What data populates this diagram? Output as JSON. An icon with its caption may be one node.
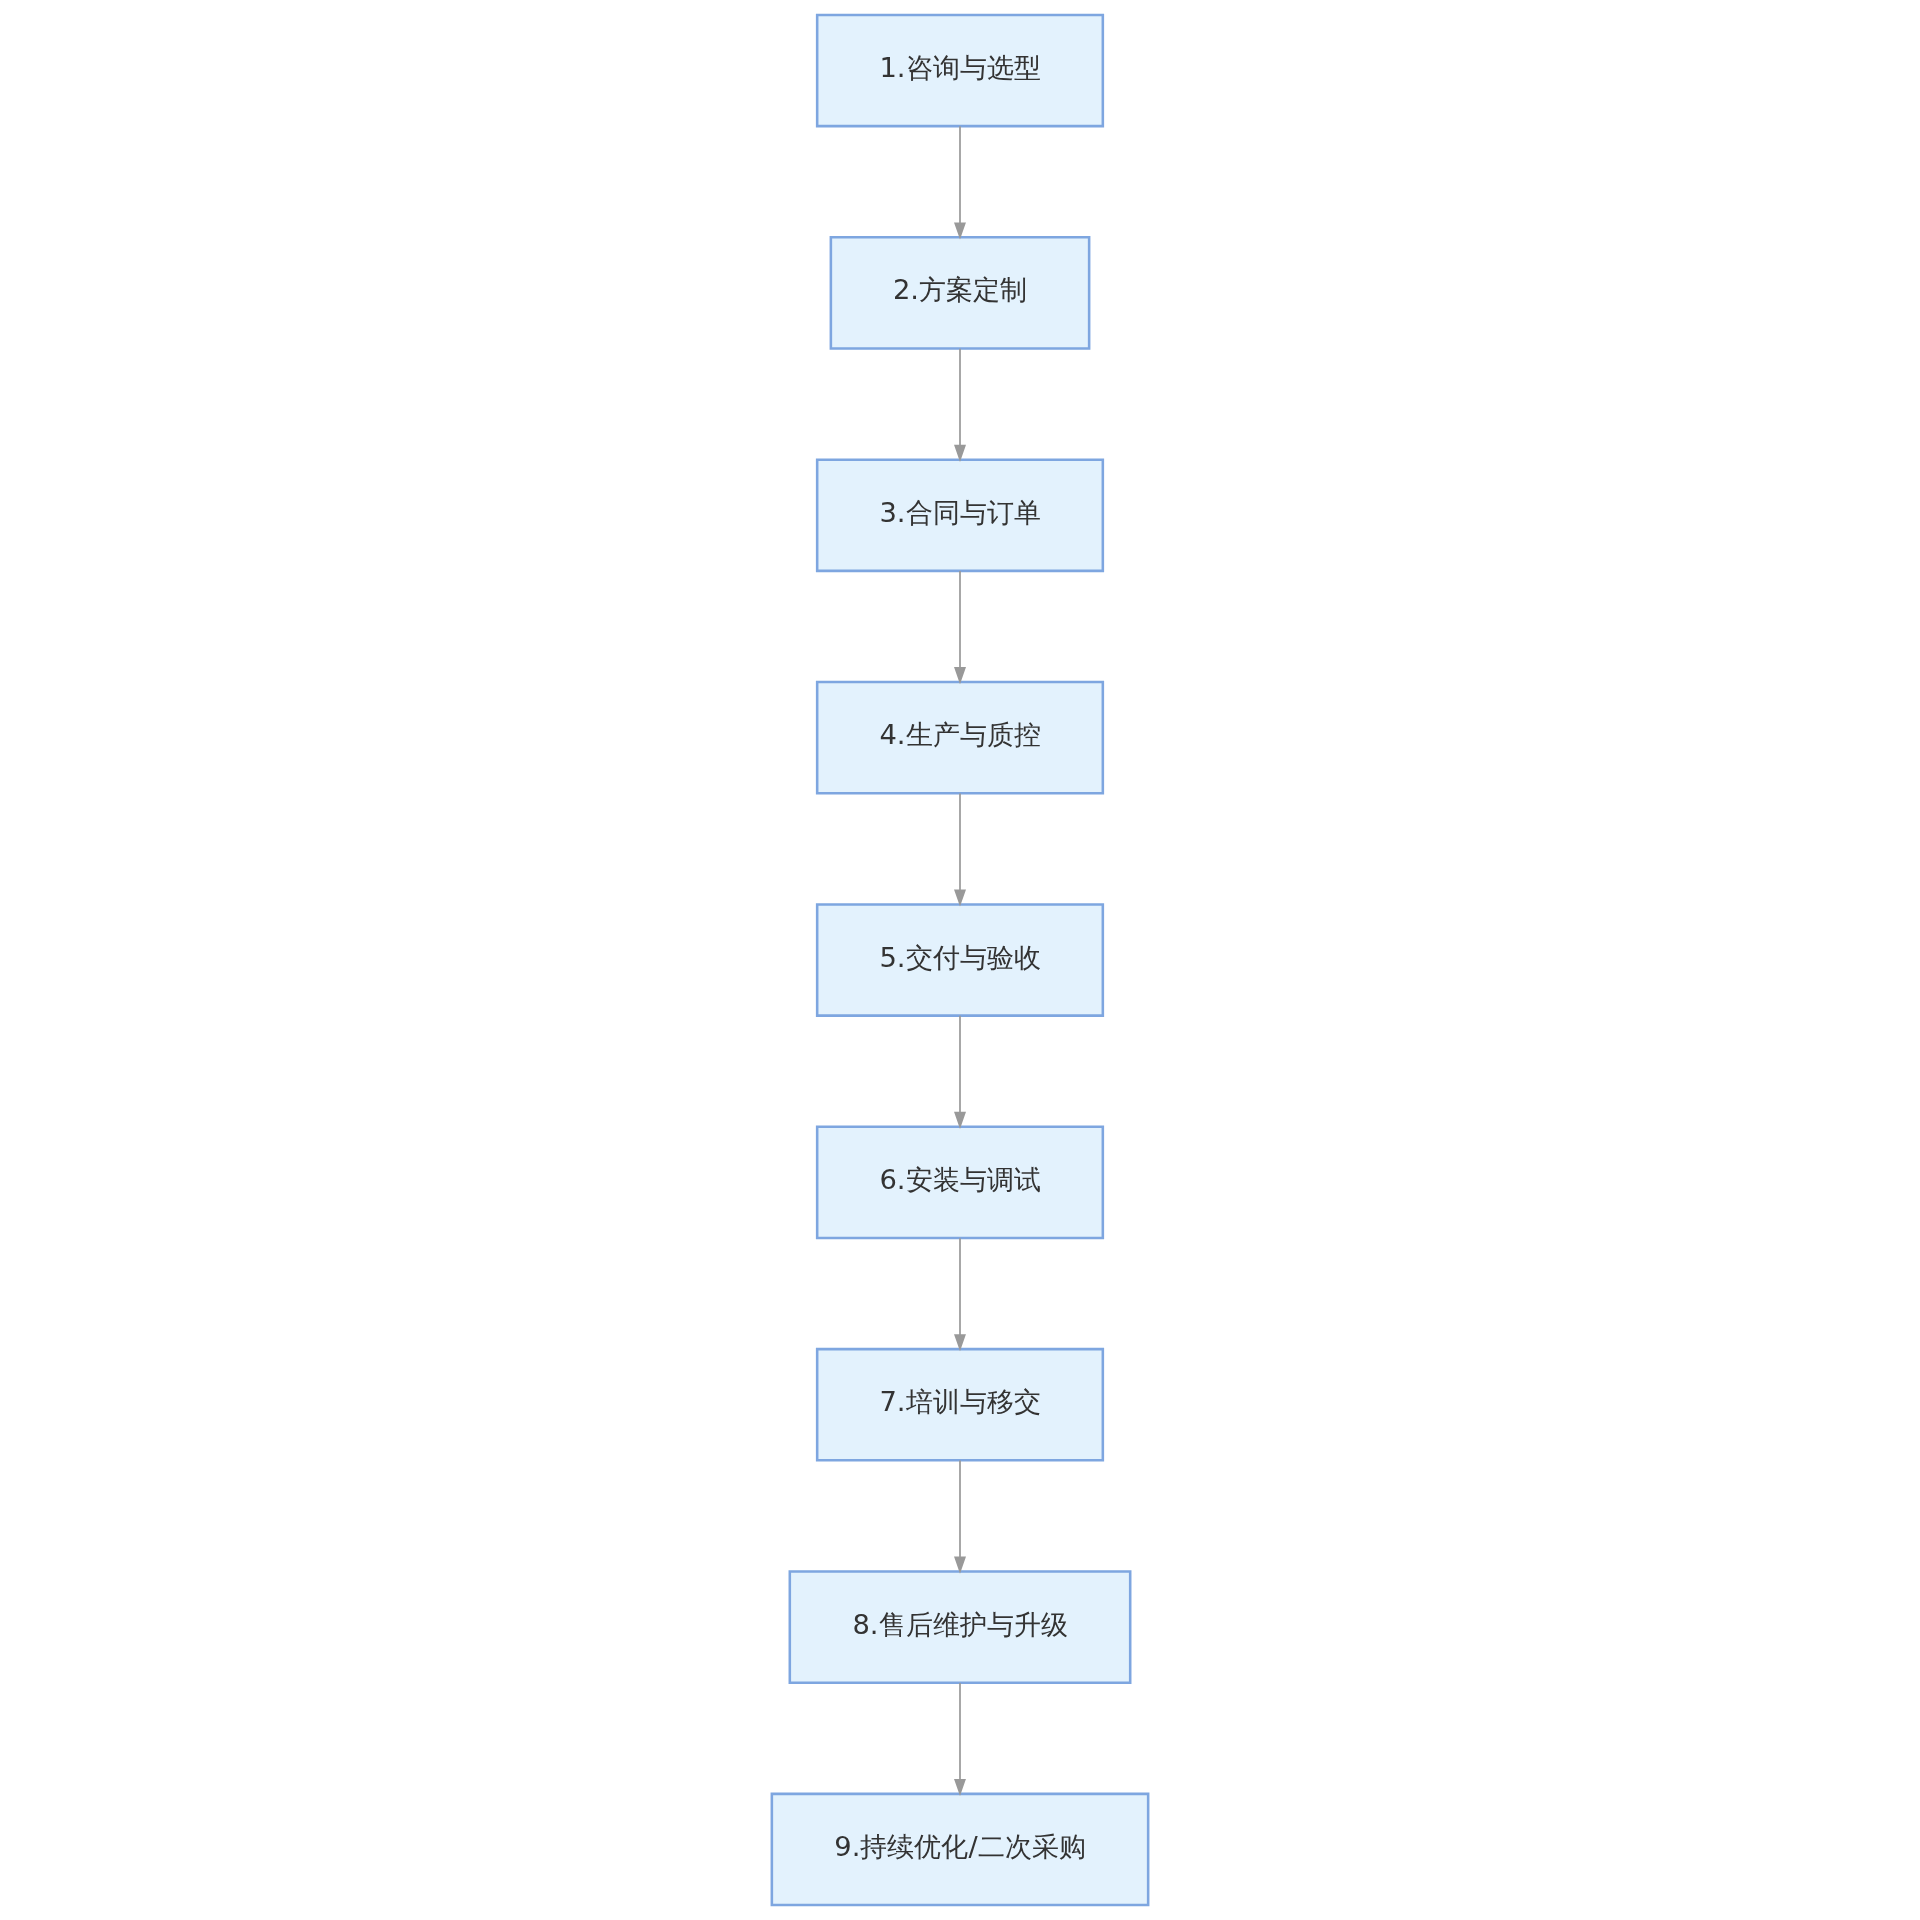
{
  "diagram": {
    "nodes": [
      {
        "text": [
          "1.咨询与选型"
        ]
      },
      {
        "text": [
          "2.方案定制"
        ]
      },
      {
        "text": [
          "3.合同与订单"
        ]
      },
      {
        "text": [
          "4.生产与质控"
        ]
      },
      {
        "text": [
          "5.交付与验收"
        ]
      },
      {
        "text": [
          "6.安装与调试"
        ]
      },
      {
        "text": [
          "7.培训与移交"
        ]
      },
      {
        "text": [
          "8.售后维护与升级"
        ]
      },
      {
        "text": [
          "9.持续优化/二次采购"
        ]
      }
    ],
    "edges": [
      {
        "from": 0,
        "to": 1,
        "arrow": "to"
      },
      {
        "from": 1,
        "to": 2,
        "arrow": "to"
      },
      {
        "from": 2,
        "to": 3,
        "arrow": "to"
      },
      {
        "from": 3,
        "to": 4,
        "arrow": "to"
      },
      {
        "from": 4,
        "to": 5,
        "arrow": "to"
      },
      {
        "from": 5,
        "to": 6,
        "arrow": "to"
      },
      {
        "from": 6,
        "to": 7,
        "arrow": "to"
      },
      {
        "from": 7,
        "to": 8,
        "arrow": "to"
      }
    ]
  }
}
